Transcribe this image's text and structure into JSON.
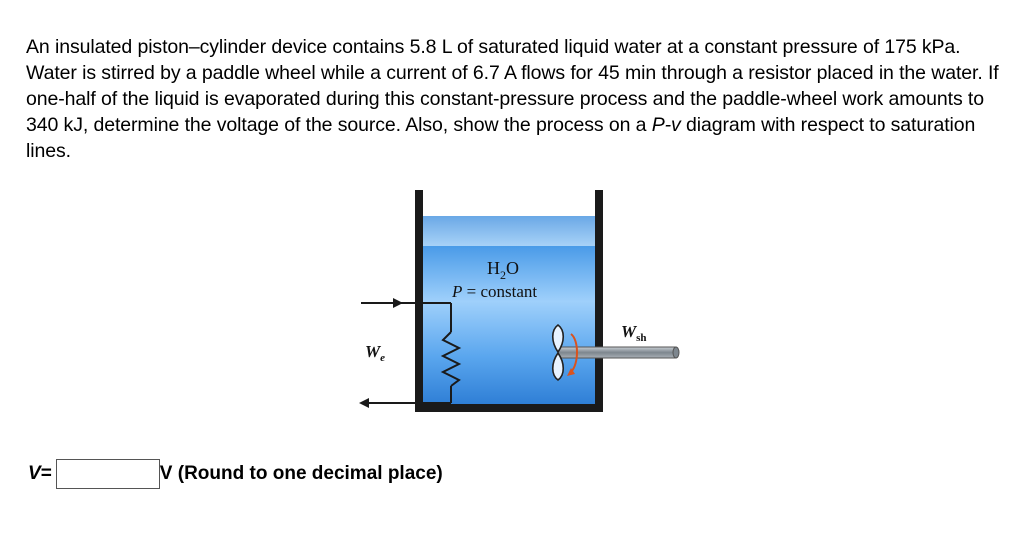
{
  "problem": {
    "part1": "An insulated piston–cylinder device contains 5.8 L of saturated liquid water at a constant pressure of 175 kPa. Water is stirred by a paddle wheel while a current of 6.7 A flows for 45 min through a resistor placed in the water. If one-half of the liquid is evaporated during this constant-pressure process and the paddle-wheel work amounts to 340 kJ, determine the voltage of the source. Also, show the process on a ",
    "pv": "P-v",
    "part2": " diagram with respect to saturation lines."
  },
  "figure": {
    "substance": "H",
    "substance_sub": "2",
    "substance_end": "O",
    "pressure_label": "P",
    "pressure_rest": " = constant",
    "we_label": "W",
    "we_sub": "e",
    "wsh_label": "W",
    "wsh_sub": "sh",
    "colors": {
      "water": "#3f8ee3",
      "water_light": "#bfe0ff",
      "piston": "#7fb6ee",
      "wall": "#1a1a1a",
      "shaft": "#9aa3ab",
      "stir_arrow": "#d9531e"
    }
  },
  "answer": {
    "var_label": "V",
    "equals": " =",
    "value": "",
    "unit": "V",
    "hint": " (Round to one decimal place)"
  }
}
